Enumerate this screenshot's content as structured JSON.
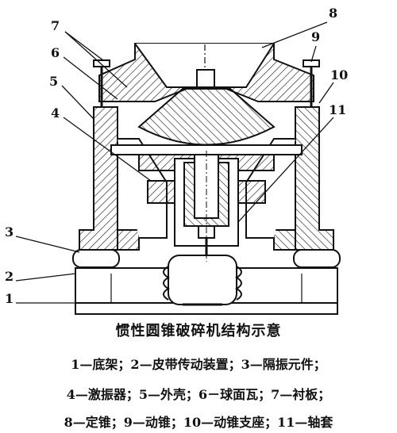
{
  "figure": {
    "callouts": [
      "1",
      "2",
      "3",
      "4",
      "5",
      "6",
      "7",
      "8",
      "9",
      "10",
      "11"
    ]
  },
  "caption": {
    "title": "惯性圆锥破碎机结构示意",
    "legend_lines": [
      "1—底架；2—皮带传动装置；3—隔振元件；",
      "4—激振器；5—外壳；6－球面瓦；7—衬板；",
      "8—定锥；9—动锥；10—动锥支座；11—轴套"
    ]
  },
  "colors": {
    "line": "#111111",
    "hatch": "#222222",
    "background": "#ffffff"
  }
}
